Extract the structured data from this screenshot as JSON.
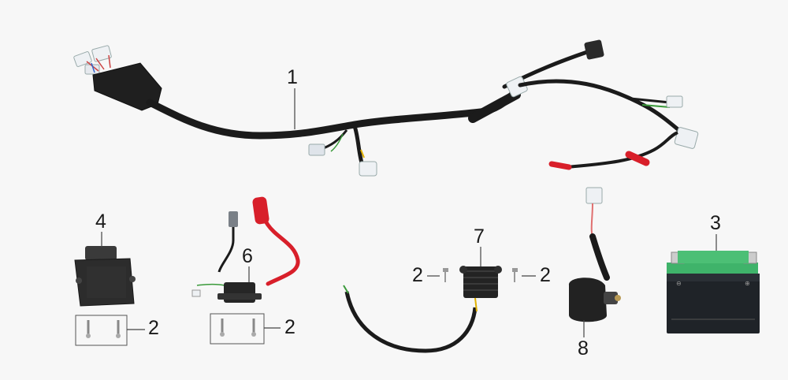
{
  "callouts": {
    "wiring_harness": "1",
    "screw_set": "2",
    "battery": "3",
    "cdi_unit": "4",
    "ignition_coil": "6",
    "rectifier": "7",
    "starter_relay": "8"
  },
  "colors": {
    "background": "#f7f7f7",
    "cable": "#1b1b1b",
    "connector": "#eef1f4",
    "plug_red": "#d81f2a",
    "battery_green": "#3fb36a",
    "component_black": "#222222",
    "leader_line": "#444444"
  }
}
